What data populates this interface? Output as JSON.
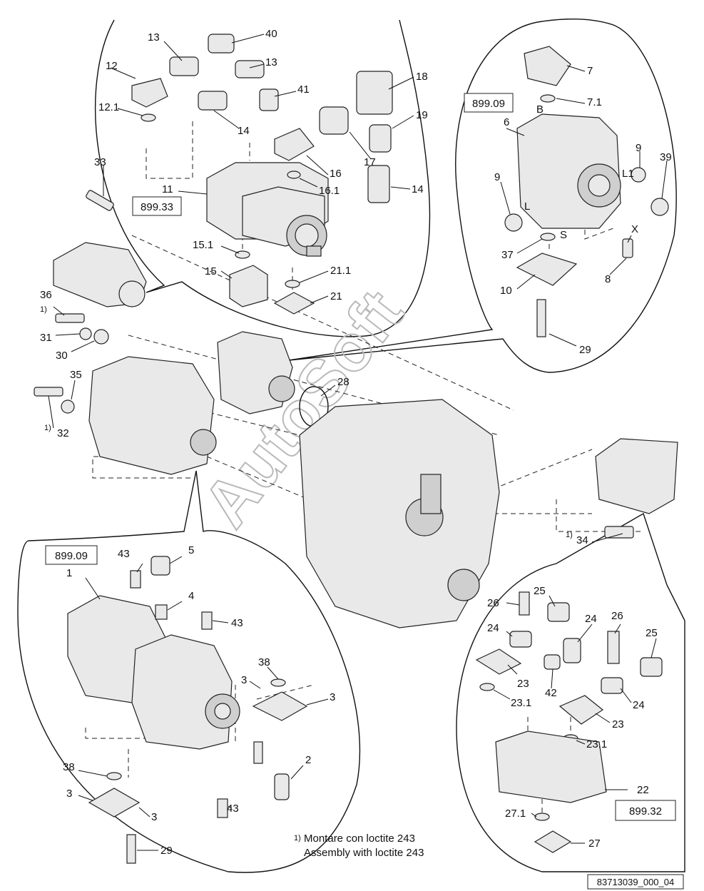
{
  "refs": {
    "top_left": "899.33",
    "top_right": "899.09",
    "bottom_left": "899.09",
    "bottom_right": "899.32"
  },
  "labels": {
    "p1": "1",
    "p2": "2",
    "p3a": "3",
    "p3b": "3",
    "p3c": "3",
    "p3d": "3",
    "p4": "4",
    "p5": "5",
    "p6": "6",
    "p7": "7",
    "p7_1": "7.1",
    "p8": "8",
    "p9a": "9",
    "p9b": "9",
    "p10": "10",
    "p11": "11",
    "p12": "12",
    "p12_1": "12.1",
    "p13a": "13",
    "p13b": "13",
    "p14a": "14",
    "p14b": "14",
    "p15": "15",
    "p15_1": "15.1",
    "p16": "16",
    "p16_1": "16.1",
    "p17": "17",
    "p18": "18",
    "p19": "19",
    "p21": "21",
    "p21_1": "21.1",
    "p22": "22",
    "p23a": "23",
    "p23b": "23",
    "p23_1a": "23.1",
    "p23_1b": "23.1",
    "p24a": "24",
    "p24b": "24",
    "p24c": "24",
    "p25a": "25",
    "p25b": "25",
    "p26a": "26",
    "p26b": "26",
    "p27": "27",
    "p27_1": "27.1",
    "p28": "28",
    "p29a": "29",
    "p29b": "29",
    "p30": "30",
    "p31": "31",
    "p32": "32",
    "p33": "33",
    "p34": "34",
    "p35": "35",
    "p36": "36",
    "p37": "37",
    "p38a": "38",
    "p38b": "38",
    "p39": "39",
    "p40": "40",
    "p41": "41",
    "p42": "42",
    "p43a": "43",
    "p43b": "43",
    "p43c": "43",
    "note36": "1)",
    "note32": "1)",
    "note34": "1)"
  },
  "ports": {
    "B": "B",
    "L": "L",
    "L1": "L1",
    "S": "S",
    "X": "X"
  },
  "footnote": {
    "marker": "1)",
    "line1": "Montare con loctite 243",
    "line2": "Assembly with loctite 243"
  },
  "drawing_number": "83713039_000_04",
  "watermark": "AutoSoft"
}
